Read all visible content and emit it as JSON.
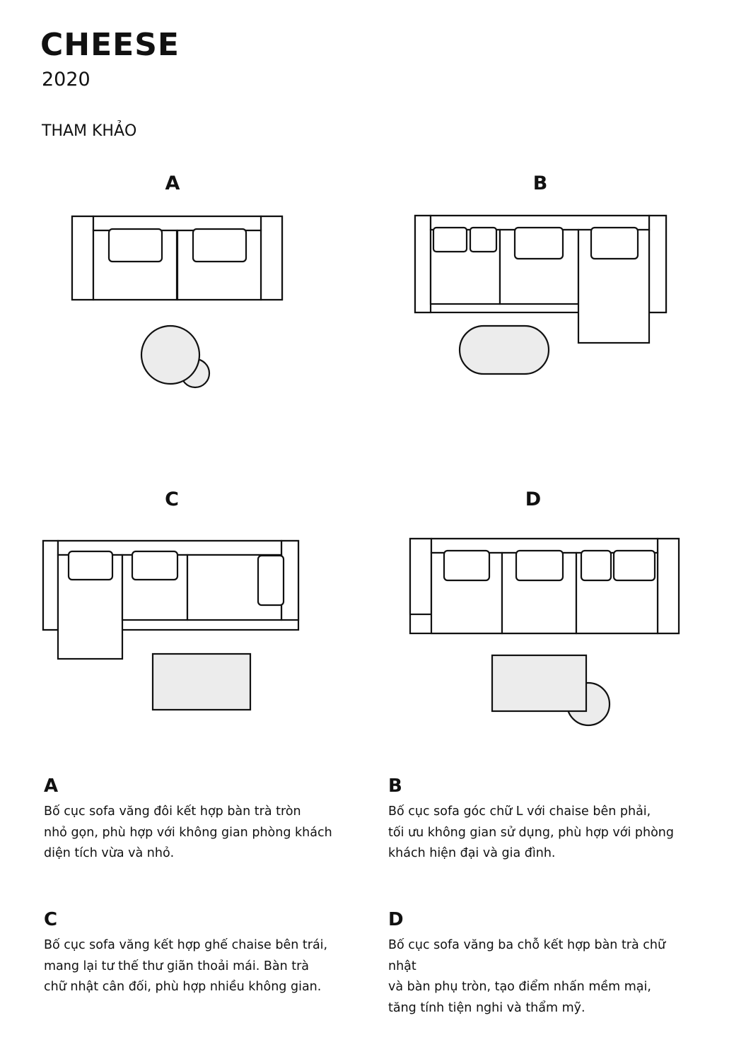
{
  "header": {
    "brand": "CHEESE",
    "year": "2020",
    "section_title": "THAM KHẢO"
  },
  "layouts": [
    {
      "letter": "A",
      "description": "Bố cục sofa văng đôi kết hợp bàn trà tròn\nnhỏ gọn, phù hợp với không gian phòng khách\ndiện tích vừa và nhỏ."
    },
    {
      "letter": "B",
      "description": "Bố cục sofa góc chữ L với chaise bên phải,\ntối ưu không gian sử dụng, phù hợp với phòng\nkhách hiện đại và gia đình."
    },
    {
      "letter": "C",
      "description": "Bố cục sofa văng kết hợp ghế chaise bên trái,\nmang lại tư thế thư giãn thoải mái. Bàn trà\nchữ nhật cân đối, phù hợp nhiều không gian."
    },
    {
      "letter": "D",
      "description": "Bố cục sofa văng ba chỗ kết hợp bàn trà chữ nhật\nvà bàn phụ tròn, tạo điểm nhấn mềm mại,\ntăng tính tiện nghi và thẩm mỹ."
    }
  ],
  "colors": {
    "table_fill": "#ececec",
    "line": "#111111",
    "background": "#ffffff"
  }
}
